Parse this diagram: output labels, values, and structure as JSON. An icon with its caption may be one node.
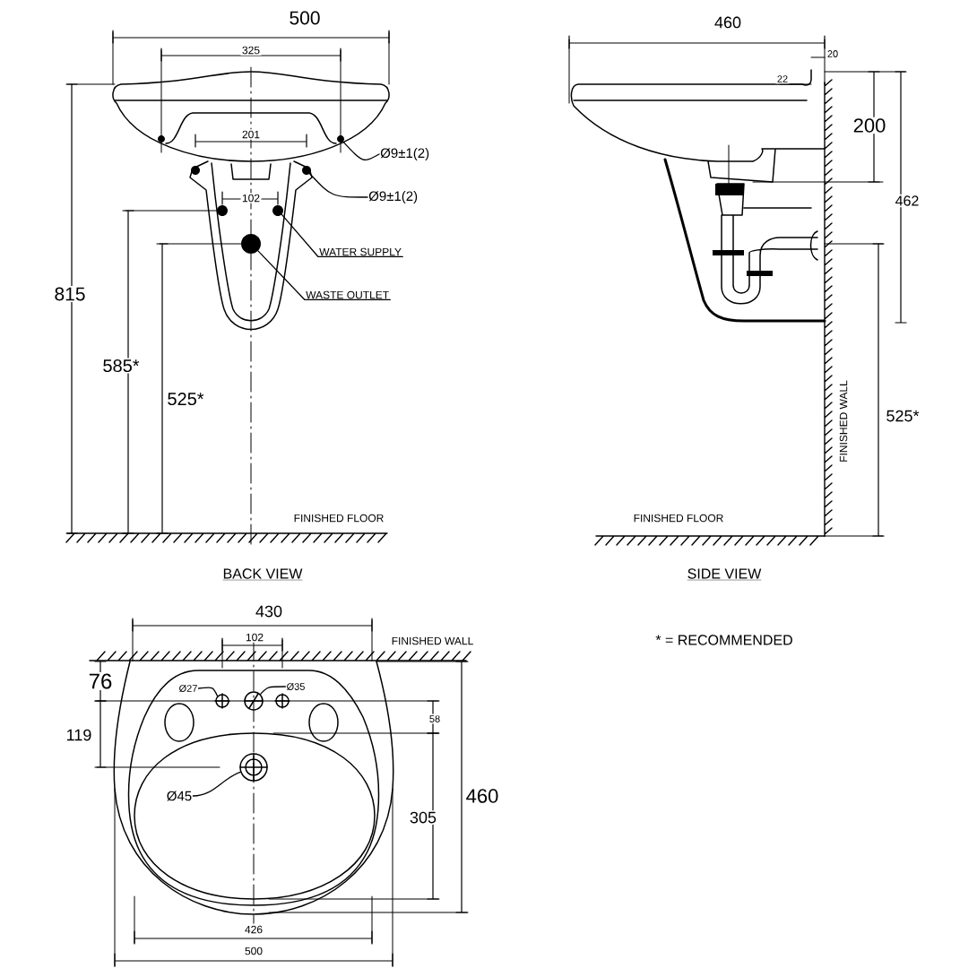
{
  "diagram": {
    "nodes": [
      {
        "text": [
          "Ø9±1(2)"
        ]
      },
      {
        "text": [
          "Ø9±1(2)"
        ]
      },
      {
        "text": [
          "WATER SUPPLY"
        ]
      },
      {
        "text": [
          "WASTE OUTLET"
        ]
      },
      {
        "text": [
          "Ø27"
        ]
      },
      {
        "text": [
          "Ø35"
        ]
      },
      {
        "text": [
          "Ø45"
        ]
      },
      {
        "text": [],
        "shape": "circle"
      },
      {
        "text": [],
        "shape": "circle"
      },
      {
        "text": [],
        "shape": "circle"
      },
      {
        "text": [],
        "shape": "circle"
      },
      {
        "text": [],
        "shape": "circle"
      },
      {
        "text": [],
        "shape": "circle"
      },
      {
        "text": [],
        "shape": "circle"
      },
      {
        "text": [],
        "shape": "circle"
      }
    ],
    "edges": [
      {
        "from": 0,
        "to": 7,
        "arrow": "none"
      },
      {
        "from": 1,
        "to": 8,
        "arrow": "none"
      },
      {
        "from": 2,
        "to": 9,
        "arrow": "none"
      },
      {
        "from": 3,
        "to": 10,
        "arrow": "none"
      },
      {
        "from": 4,
        "to": 11,
        "arrow": "none"
      },
      {
        "from": 5,
        "to": 12,
        "arrow": "none"
      },
      {
        "from": 6,
        "to": 13,
        "arrow": "none"
      }
    ],
    "labels": [
      "500",
      "325",
      "201",
      "102",
      "815",
      "585*",
      "525*",
      "FINISHED FLOOR",
      "BACK VIEW",
      "460",
      "20",
      "22",
      "200",
      "462",
      "525*",
      "FINISHED WALL",
      "FINISHED FLOOR",
      "SIDE VIEW",
      "430",
      "102",
      "FINISHED WALL",
      "* = RECOMMENDED",
      "76",
      "58",
      "119",
      "305",
      "460",
      "426",
      "500"
    ]
  }
}
